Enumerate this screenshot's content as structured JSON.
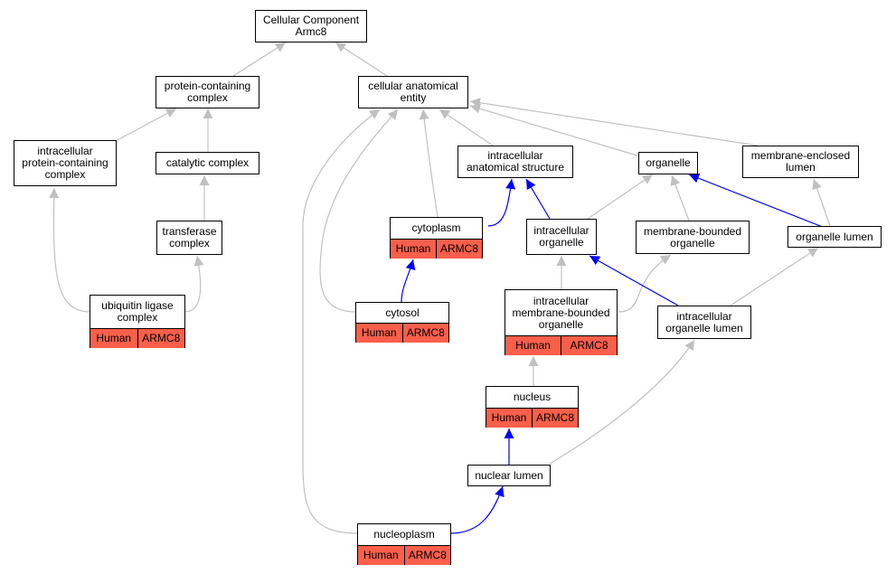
{
  "graph": {
    "root": "Cellular Component\nArmc8",
    "protein_containing_complex": "protein-containing\ncomplex",
    "cellular_anatomical_entity": "cellular anatomical\nentity",
    "intracellular_protein_containing_complex": "intracellular\nprotein-containing\ncomplex",
    "catalytic_complex": "catalytic complex",
    "intracellular_anatomical_structure": "intracellular\nanatomical structure",
    "organelle": "organelle",
    "membrane_enclosed_lumen": "membrane-enclosed\nlumen",
    "transferase_complex": "transferase\ncomplex",
    "cytoplasm": "cytoplasm",
    "intracellular_organelle": "intracellular\norganelle",
    "membrane_bounded_organelle": "membrane-bounded\norganelle",
    "organelle_lumen": "organelle lumen",
    "ubiquitin_ligase_complex": "ubiquitin ligase\ncomplex",
    "cytosol": "cytosol",
    "intracellular_membrane_bounded_organelle": "intracellular\nmembrane-bounded\norganelle",
    "intracellular_organelle_lumen": "intracellular\norganelle lumen",
    "nucleus": "nucleus",
    "nuclear_lumen": "nuclear lumen",
    "nucleoplasm": "nucleoplasm"
  },
  "annotation": {
    "species": "Human",
    "gene": "ARMC8"
  },
  "colors": {
    "annotated_fill": "#fa5f4b",
    "direct_edge": "#0000ff",
    "indirect_edge": "#c0c0c0"
  }
}
